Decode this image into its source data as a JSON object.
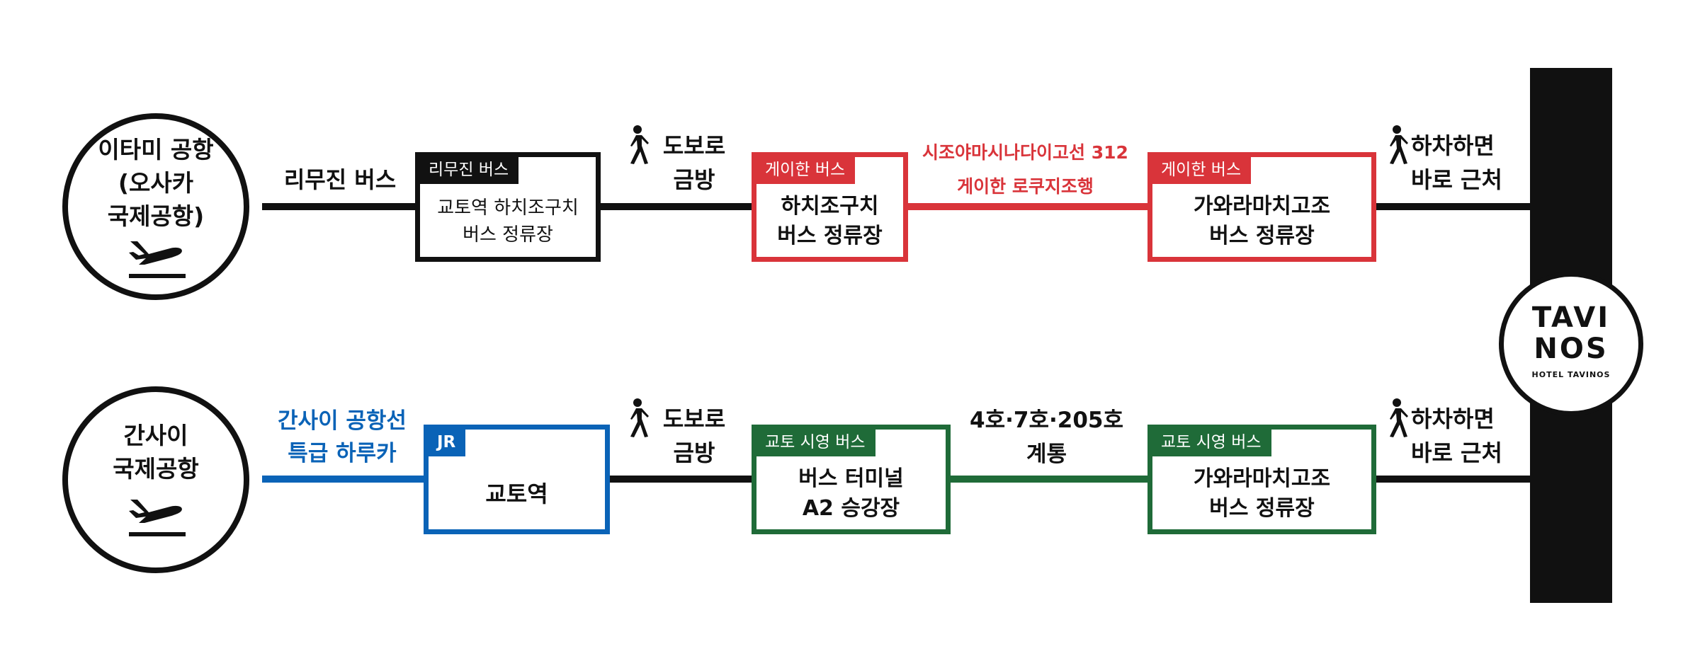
{
  "colors": {
    "black": "#111111",
    "red": "#d9343a",
    "blue": "#0a63b7",
    "green": "#1f6b38"
  },
  "route1": {
    "airport": "이타미 공항\n(오사카\n국제공항)",
    "seg1_label": "리무진 버스",
    "stop1_tag": "리무진 버스",
    "stop1": "교토역 하치조구치\n버스 정류장",
    "walk1": "도보로\n금방",
    "stop2_tag": "게이한 버스",
    "stop2": "하치조구치\n버스 정류장",
    "seg2_label": "시조야마시나다이고선 312\n게이한 로쿠지조행",
    "stop3_tag": "게이한 버스",
    "stop3": "가와라마치고조\n버스 정류장",
    "walk2": "하차하면\n바로 근처"
  },
  "route2": {
    "airport": "간사이\n국제공항",
    "seg1_label": "간사이 공항선\n특급 하루카",
    "stop1_tag": "JR",
    "stop1": "교토역",
    "walk1": "도보로\n금방",
    "stop2_tag": "교토 시영 버스",
    "stop2": "버스 터미널\nA2 승강장",
    "seg2_label": "4호·7호·205호\n계통",
    "stop3_tag": "교토 시영 버스",
    "stop3": "가와라마치고조\n버스 정류장",
    "walk2": "하차하면\n바로 근처"
  },
  "hotel": {
    "logo_line1": "TAVI",
    "logo_line2": "NOS",
    "logo_sub": "HOTEL TAVINOS"
  },
  "icons": {
    "airplane": "airplane-departure-icon",
    "walk": "walking-person-icon"
  }
}
